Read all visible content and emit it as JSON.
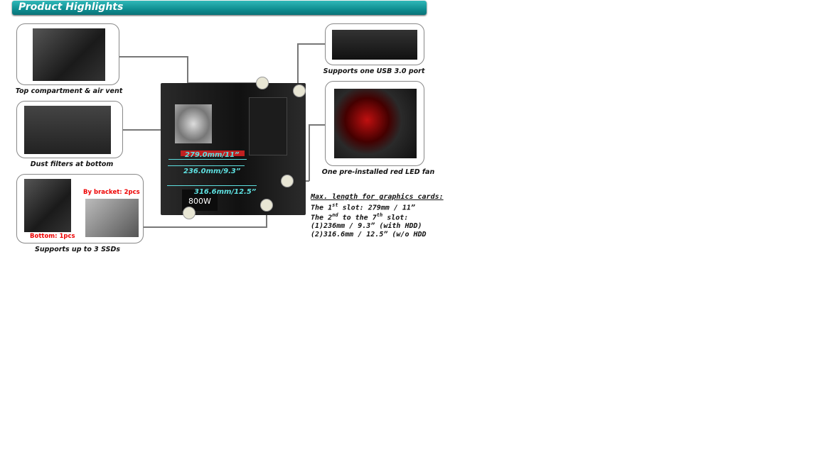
{
  "header": {
    "title": "Product Highlights"
  },
  "callouts": {
    "top": "Top compartment & air vent",
    "dust": "Dust filters at bottom",
    "ssd": "Supports up to 3 SSDs",
    "ssd_bracket": "By bracket: 2pcs",
    "ssd_bottom": "Bottom: 1pcs",
    "usb": "Supports one USB 3.0 port",
    "fan": "One pre-installed red LED fan"
  },
  "case": {
    "m1": "279.0mm/11”",
    "m2": "236.0mm/9.3”",
    "m3": "316.6mm/12.5”",
    "psu": "800W"
  },
  "specs": {
    "title": "Max. length for graphics cards:",
    "l1_pre": "The 1",
    "l1_sup": "st",
    "l1_post": " slot: 279mm / 11”",
    "l2_pre": "The 2",
    "l2_sup": "nd",
    "l2_mid": " to the 7",
    "l2_sup2": "th",
    "l2_post": " slot:",
    "l3": "(1)236mm / 9.3” (with HDD)",
    "l4": "(2)316.6mm / 12.5” (w/o HDD"
  },
  "colors": {
    "banner": "#0f8e91",
    "measure": "#5ee0e0",
    "red": "#e00000"
  }
}
